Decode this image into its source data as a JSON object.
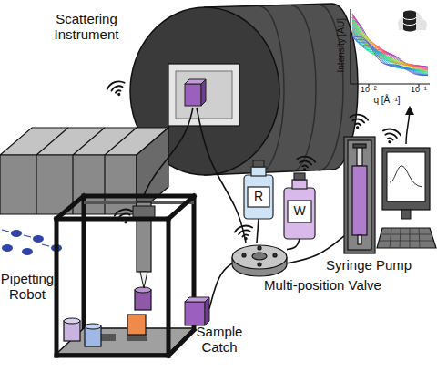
{
  "diagram": {
    "nodes": [
      {
        "text": [
          "Scattering Instrument"
        ]
      },
      {
        "text": [
          "Pipetting Robot"
        ]
      },
      {
        "text": [
          "Sample Catch"
        ],
        "in": 1
      },
      {
        "text": [
          "R"
        ]
      },
      {
        "text": [
          "W"
        ]
      },
      {
        "text": [
          "Syringe Pump"
        ]
      },
      {
        "text": [
          "Multi-position Valve"
        ]
      }
    ],
    "edges": [
      {
        "from": 0,
        "to": 1,
        "arrow": "none"
      },
      {
        "from": 0,
        "to": 6,
        "arrow": "none"
      },
      {
        "from": 6,
        "to": 3,
        "arrow": "none"
      },
      {
        "from": 6,
        "to": 4,
        "arrow": "none"
      },
      {
        "from": 6,
        "to": 5,
        "arrow": "none"
      },
      {
        "from": 6,
        "to": 2,
        "arrow": "none"
      }
    ],
    "labels": [
      "Intensity [AU]",
      "10⁻²",
      "10⁻¹",
      "q [Å⁻¹]"
    ]
  }
}
